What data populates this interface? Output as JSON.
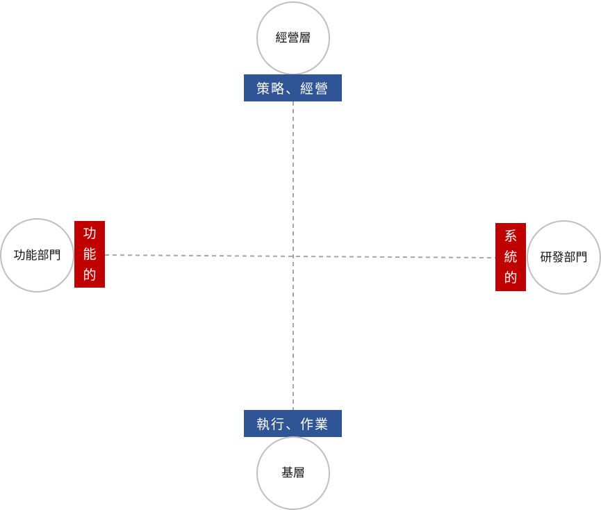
{
  "top": {
    "circle": "經營層",
    "label": "策略、經營"
  },
  "bottom": {
    "circle": "基層",
    "label": "執行、作業"
  },
  "left": {
    "circle": "功能部門",
    "label": "功能的"
  },
  "right": {
    "circle": "研發部門",
    "label": "系統的"
  },
  "colors": {
    "blue": "#2f5597",
    "red": "#c00000",
    "circle_stroke": "#bfbfbf",
    "dash": "#a6a6a6"
  }
}
